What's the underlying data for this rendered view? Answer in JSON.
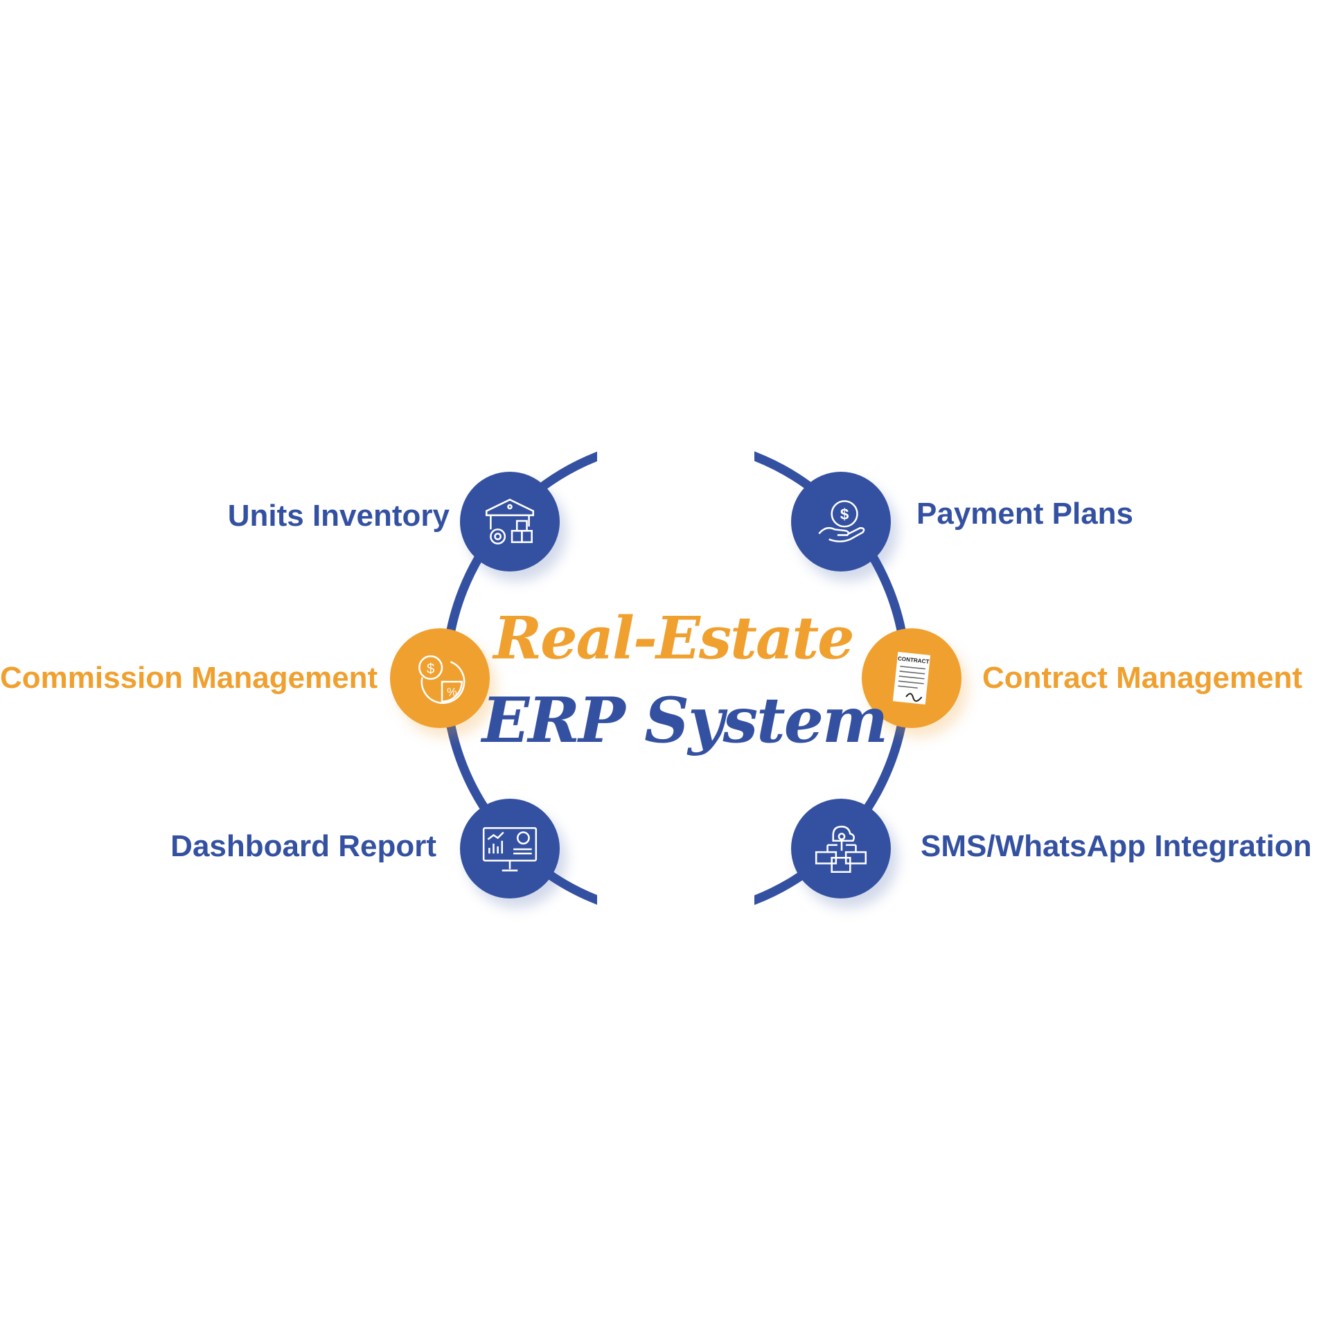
{
  "title": {
    "line1": "Real-Estate",
    "line2": "ERP System"
  },
  "colors": {
    "blue": "#3451A1",
    "orange": "#F0A02F"
  },
  "nodes": [
    {
      "label": "Units Inventory",
      "icon": "warehouse-icon",
      "color": "blue"
    },
    {
      "label": "Payment Plans",
      "icon": "money-hand-icon",
      "color": "blue"
    },
    {
      "label": "Commission Management",
      "icon": "commission-icon",
      "color": "orange"
    },
    {
      "label": "Contract Management",
      "icon": "contract-icon",
      "color": "orange"
    },
    {
      "label": "Dashboard Report",
      "icon": "dashboard-monitor-icon",
      "color": "blue"
    },
    {
      "label": "SMS/WhatsApp Integration",
      "icon": "cloud-integration-icon",
      "color": "blue"
    }
  ],
  "contract_icon_text": "CONTRACT"
}
